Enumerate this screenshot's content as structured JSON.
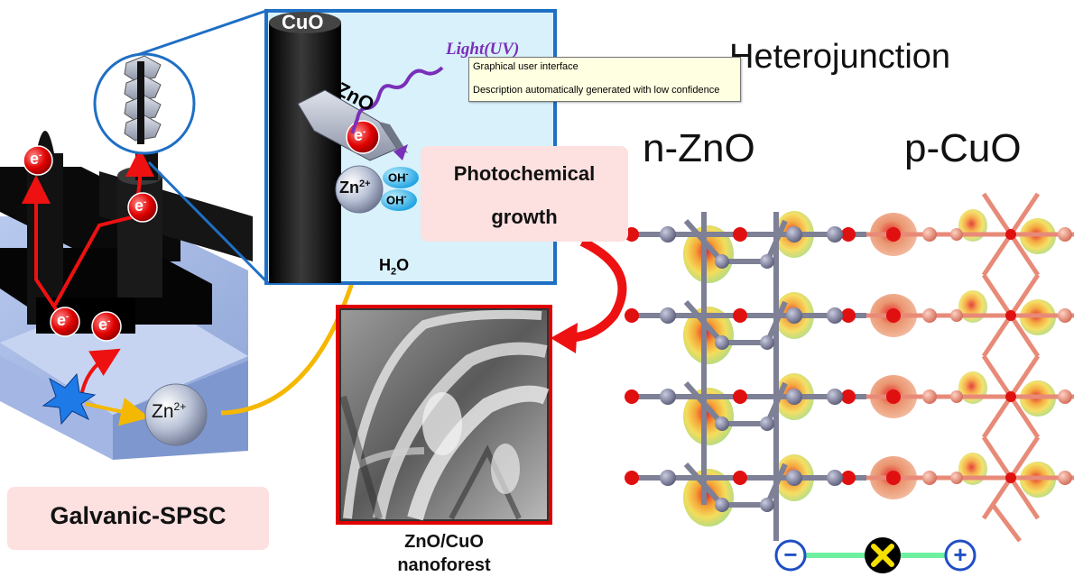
{
  "labels": {
    "cuo": "CuO",
    "light": "Light(UV)",
    "zno": "ZnO",
    "electron": "e",
    "electron_sup": "-",
    "zn": "Zn",
    "zn_sup": "2+",
    "oh": "OH",
    "oh_sup": "-",
    "water": "H",
    "water_sub": "2",
    "water_tail": "O",
    "photochemical_line1": "Photochemical",
    "photochemical_line2": "growth",
    "galvanic": "Galvanic-SPSC",
    "nanoforest_line1": "ZnO/CuO",
    "nanoforest_line2": "nanoforest",
    "heterojunction": "Heterojunction",
    "n_zno": "n-ZnO",
    "p_cuo": "p-CuO",
    "minus": "−",
    "plus": "+"
  },
  "tooltip": {
    "line1": "Graphical user interface",
    "line2": "Description automatically generated with low confidence"
  },
  "colors": {
    "electron_red": "#e00000",
    "arrow_red": "#ee1111",
    "zn_ion_arrow": "#f5b800",
    "inset_border": "#1f6fc4",
    "inset_bg": "#d8f1fb",
    "pink_label": "#fde0e0",
    "uv_light": "#7a2fb8",
    "zn_atom": "#7e8096",
    "cu_atom": "#e88a78",
    "o_atom": "#e01010"
  },
  "icons": [
    "uv-wave-icon",
    "spark-icon",
    "cross-icon",
    "minus-icon",
    "plus-icon"
  ]
}
